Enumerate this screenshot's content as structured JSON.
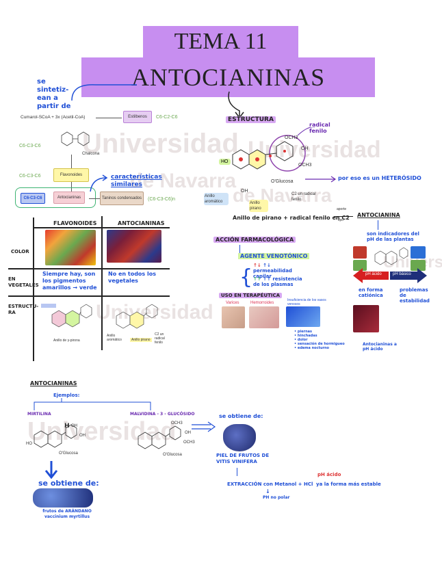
{
  "header": {
    "tema": "TEMA 11",
    "title": "ANTOCIANINAS"
  },
  "synthesis": {
    "note": "se sintetiz- ean a partir de",
    "precursor": "Cumarol-SCoA + 3x (Acetil-CoA)",
    "estilbenos": "Estilbenos",
    "c6c2c6": "C6-C2-C6",
    "c6c3c6": "C6-C3-C6",
    "chalcona": "Chalcona",
    "flavonoides": "Flavonoides",
    "antocianinas": "Antocianinas",
    "taninos": "Taninos condensados",
    "c6c1": "C6-C3-C6",
    "c6c3c6n": "(C6-C3-C6)n",
    "caracteristicas": "características similares"
  },
  "table": {
    "col1": "FLAVONOIDES",
    "col2": "ANTOCIANINAS",
    "row_color": "COLOR",
    "row_veg": "EN VEGETALES",
    "row_estructura": "ESTRUCTU- RA",
    "veg_flav": "Siempre hay, son los pigmentos amarillos → verde",
    "veg_anto": "No en todos los vegetales",
    "anillo_label": "Anillo de γ-pirona",
    "anillo_aromatico": "Anillo aromático",
    "anillo_pirano": "Anillo pirano",
    "c2_radical": "C2 un radical fenilo"
  },
  "estructura": {
    "label": "ESTRUCTURA",
    "radical_fenilo": "radical fenilo",
    "och3_top": "OCH3",
    "oh": "OH",
    "och3_bottom": "OCH3",
    "ho": "HO",
    "oh_bottom": "OH",
    "oglucosa": "O'Glucosa",
    "anillo_aromatico": "Anillo aromático",
    "anillo_pirano": "Anillo pirano",
    "c2_radical": "C2 un radical fenilo",
    "heterosido": "por eso es un HETERÓSIDO",
    "formula": "Anillo de pirano + radical fenilo en C2",
    "arrow_top": "aporte",
    "arrow_bottom": "tipo",
    "antocianina": "ANTOCIANINA"
  },
  "accion": {
    "label": "ACCIÓN FARMACOLÓGICA",
    "agente": "AGENTE VENOTÓNICO",
    "up_perm": "↑↓ permeabilidad capilar",
    "up_res": "↑↑ resistencia de los plasmas",
    "uso": "USO EN TERAPÉUTICA",
    "varices": "Varices",
    "hemorroides": "Hemorroides",
    "insuf": "Insuficiencia de los vasos venosos",
    "sintomas": [
      "• piernas",
      "• hinchadas",
      "• dolor",
      "• sensación de hormigueo",
      "• edema nocturno"
    ]
  },
  "ph": {
    "label": "son indicadores del pH de las plantas",
    "ph_acido": "pH ácido",
    "ph_basico": "pH básico",
    "forma_catiónica": "en forma catiónica",
    "problemas": "problemas de estabilidad",
    "anto_ph": "Antocianinas a pH ácido"
  },
  "bottom": {
    "label": "ANTOCIANINAS",
    "ejemplos": "Ejemplos:",
    "mirtilina": "MIRTILINA",
    "malvidina": "MALVIDINA - 3 - GLUCÓSIDO",
    "se_obtiene1": "se obtiene de:",
    "frutos_arandano": "frutos de ARÁNDANO vaccinium myrtillus",
    "se_obtiene2": "se obtiene de:",
    "piel_uva": "PIEL DE FRUTOS DE VITIS VINIFERA",
    "extraccion": "EXTRACCIÓN con Metanol + HCl",
    "ph_acido": "pH ácido",
    "forma_estable": "ya la forma más estable",
    "ph_polar": "PH no polar",
    "oh1": "OH",
    "oh2": "OH",
    "ho": "HO",
    "oglucosa": "O'Glucosa",
    "och3": "OCH3",
    "oh3": "OH",
    "och3b": "OCH3"
  },
  "watermark": {
    "text1": "Universidad",
    "text2": "de Navarra"
  }
}
